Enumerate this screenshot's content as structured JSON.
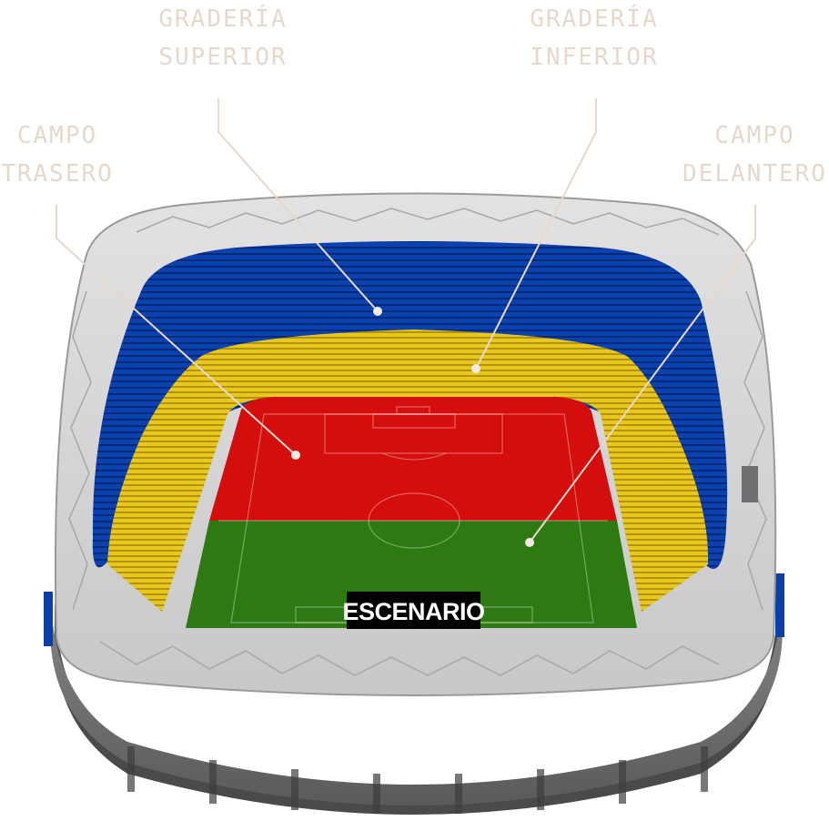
{
  "zones": {
    "upper_tier": {
      "line1": "GRADERÍA",
      "line2": "SUPERIOR",
      "color": "#0a3fa8"
    },
    "lower_tier": {
      "line1": "GRADERÍA",
      "line2": "INFERIOR",
      "color": "#e6c41a"
    },
    "back_field": {
      "line1": "CAMPO",
      "line2": "TRASERO",
      "color": "#d40d0d"
    },
    "front_field": {
      "line1": "CAMPO",
      "line2": "DELANTERO",
      "color": "#2d7a12"
    }
  },
  "stage": {
    "label": "ESCENARIO",
    "color": "#000000"
  },
  "label_color": "#e8d8cb",
  "leader_color": "#e8d8cb"
}
